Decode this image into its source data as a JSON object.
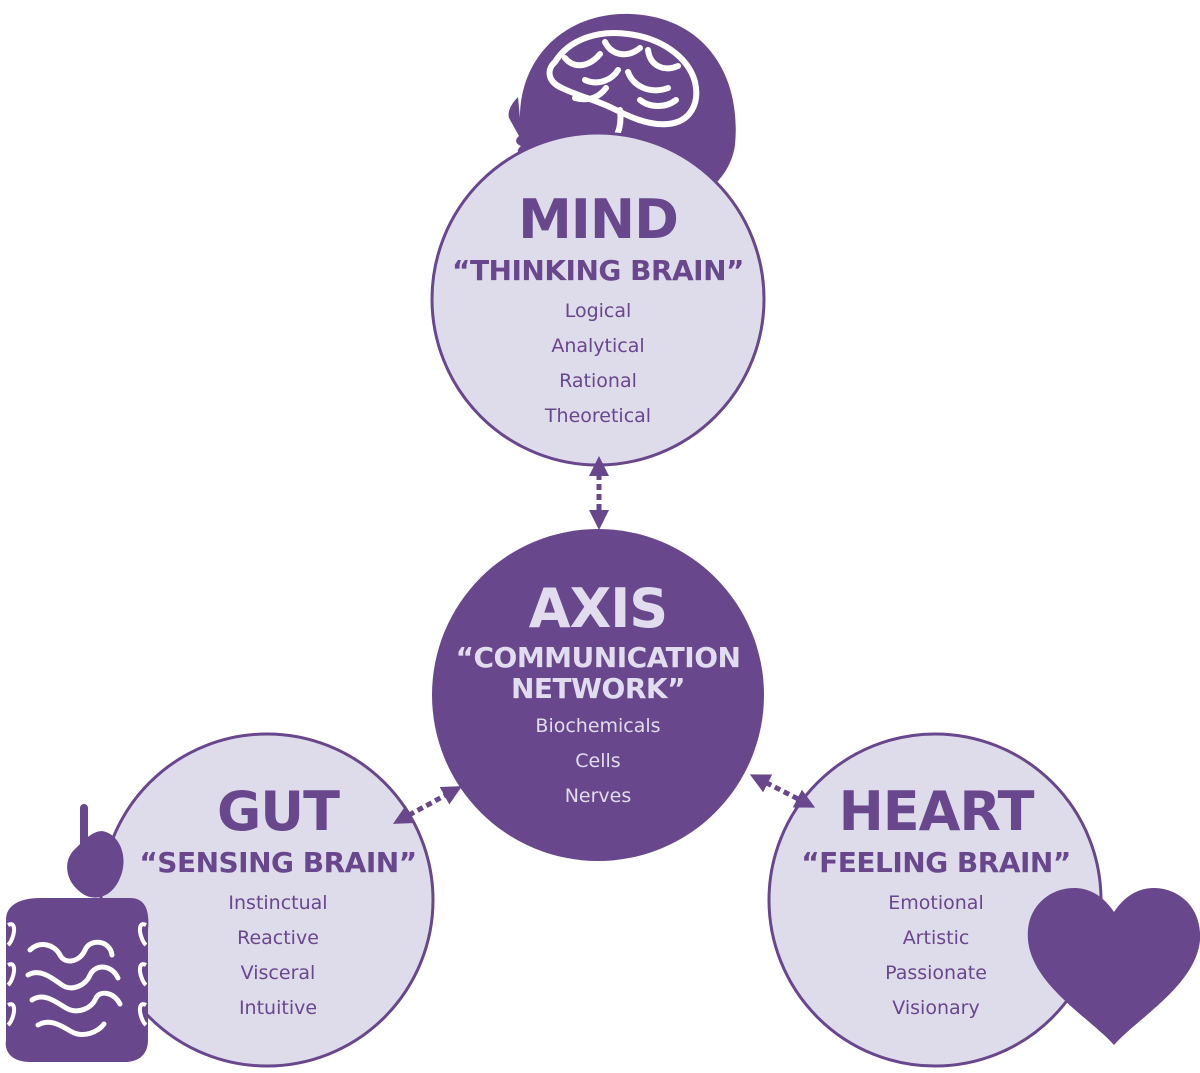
{
  "colors": {
    "dark": "#68478c",
    "light": "#dedbea",
    "axis_text": "#e2dcef",
    "background": "#ffffff"
  },
  "nodes": {
    "mind": {
      "title": "MIND",
      "subtitle": "“THINKING BRAIN”",
      "traits": [
        "Logical",
        "Analytical",
        "Rational",
        "Theoretical"
      ],
      "icon": "head-brain-icon"
    },
    "axis": {
      "title": "AXIS",
      "subtitle_line1": "“COMMUNICATION",
      "subtitle_line2": "NETWORK”",
      "traits": [
        "Biochemicals",
        "Cells",
        "Nerves"
      ]
    },
    "gut": {
      "title": "GUT",
      "subtitle": "“SENSING BRAIN”",
      "traits": [
        "Instinctual",
        "Reactive",
        "Visceral",
        "Intuitive"
      ],
      "icon": "digestive-system-icon"
    },
    "heart": {
      "title": "HEART",
      "subtitle": "“FEELING BRAIN”",
      "traits": [
        "Emotional",
        "Artistic",
        "Passionate",
        "Visionary"
      ],
      "icon": "heart-icon"
    }
  },
  "connections": [
    {
      "from": "mind",
      "to": "axis",
      "style": "dashed-double-arrow"
    },
    {
      "from": "gut",
      "to": "axis",
      "style": "dashed-double-arrow"
    },
    {
      "from": "heart",
      "to": "axis",
      "style": "dashed-double-arrow"
    }
  ]
}
